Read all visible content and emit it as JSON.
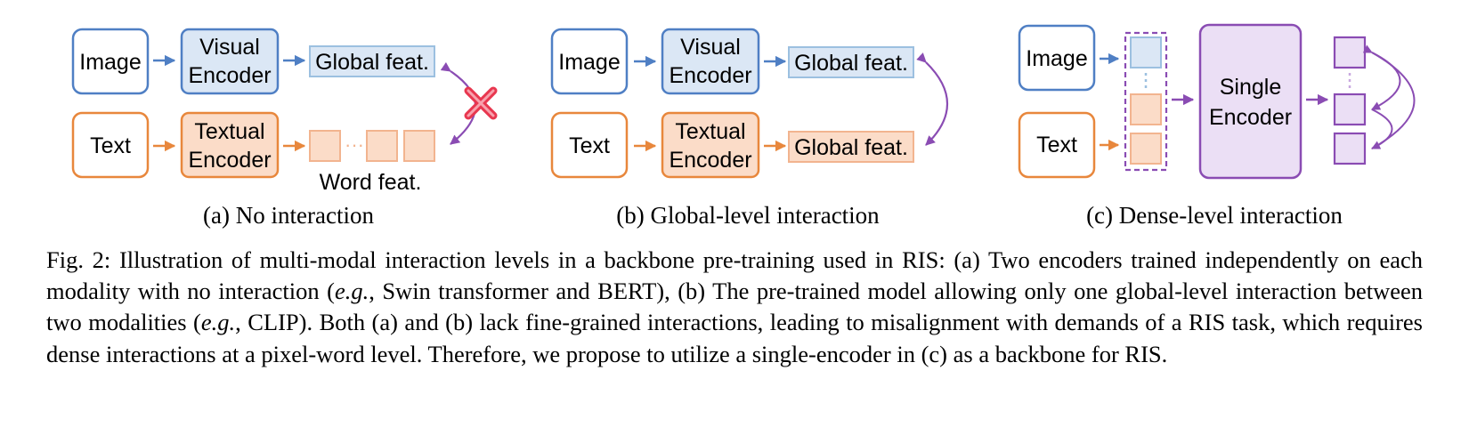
{
  "colors": {
    "blue": "#4f7fc4",
    "blue_fill": "#dbe7f5",
    "orange": "#e8873c",
    "orange_fill": "#fbdcc8",
    "purple": "#8a4cb3",
    "purple_fill": "#ebdff5",
    "cross": "#e8374f"
  },
  "panel_a": {
    "image_label": "Image",
    "text_label": "Text",
    "visual_encoder": [
      "Visual",
      "Encoder"
    ],
    "textual_encoder": [
      "Textual",
      "Encoder"
    ],
    "global_feat": "Global feat.",
    "word_feat": "Word feat.",
    "caption": "(a) No interaction"
  },
  "panel_b": {
    "image_label": "Image",
    "text_label": "Text",
    "visual_encoder": [
      "Visual",
      "Encoder"
    ],
    "textual_encoder": [
      "Textual",
      "Encoder"
    ],
    "global_feat_top": "Global feat.",
    "global_feat_bottom": "Global feat.",
    "caption": "(b) Global-level interaction"
  },
  "panel_c": {
    "image_label": "Image",
    "text_label": "Text",
    "single_encoder": [
      "Single",
      "Encoder"
    ],
    "caption": "(c) Dense-level interaction"
  },
  "caption": {
    "p1": "Fig. 2: Illustration of multi-modal interaction levels in a backbone pre-training used in RIS: (a) Two encoders trained independently on each modality with no interaction (",
    "eg1": "e.g.",
    "p2": ", Swin transformer and BERT), (b) The pre-trained model allowing only one global-level interaction between two modalities (",
    "eg2": "e.g.",
    "p3": ", CLIP). Both (a) and (b) lack fine-grained interactions, leading to misalignment with demands of a RIS task, which requires dense interactions at a pixel-word level. Therefore, we propose to utilize a single-encoder in (c) as a backbone for RIS."
  }
}
